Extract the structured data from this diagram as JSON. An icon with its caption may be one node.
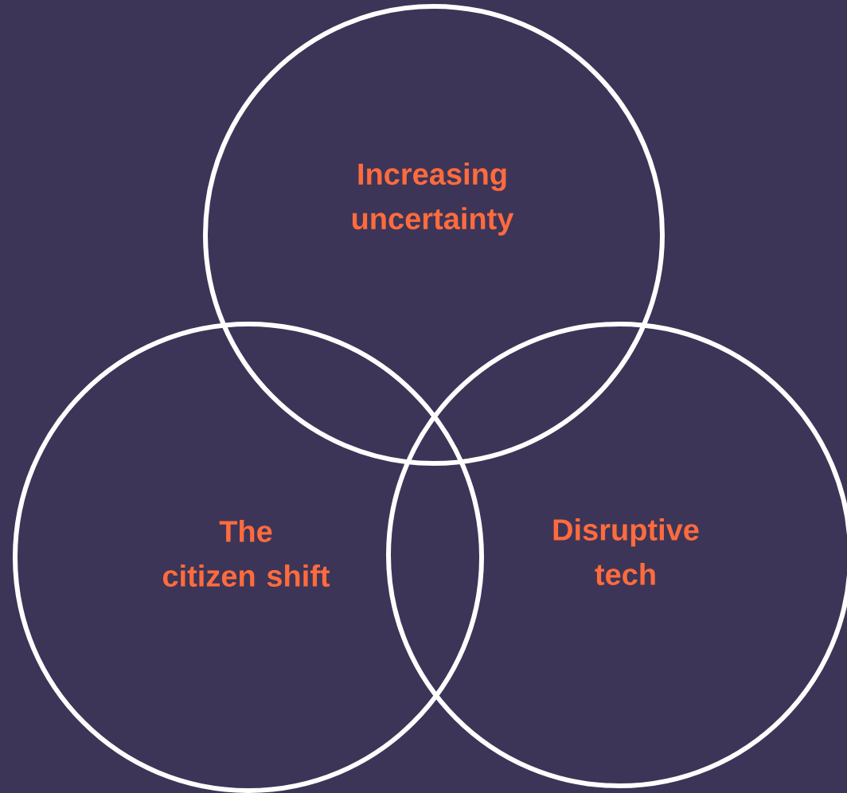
{
  "diagram": {
    "nodes": [
      {
        "text": [
          "Increasing uncertainty"
        ]
      },
      {
        "text": [
          "The citizen shift"
        ]
      },
      {
        "text": [
          "Disruptive tech"
        ]
      }
    ]
  }
}
